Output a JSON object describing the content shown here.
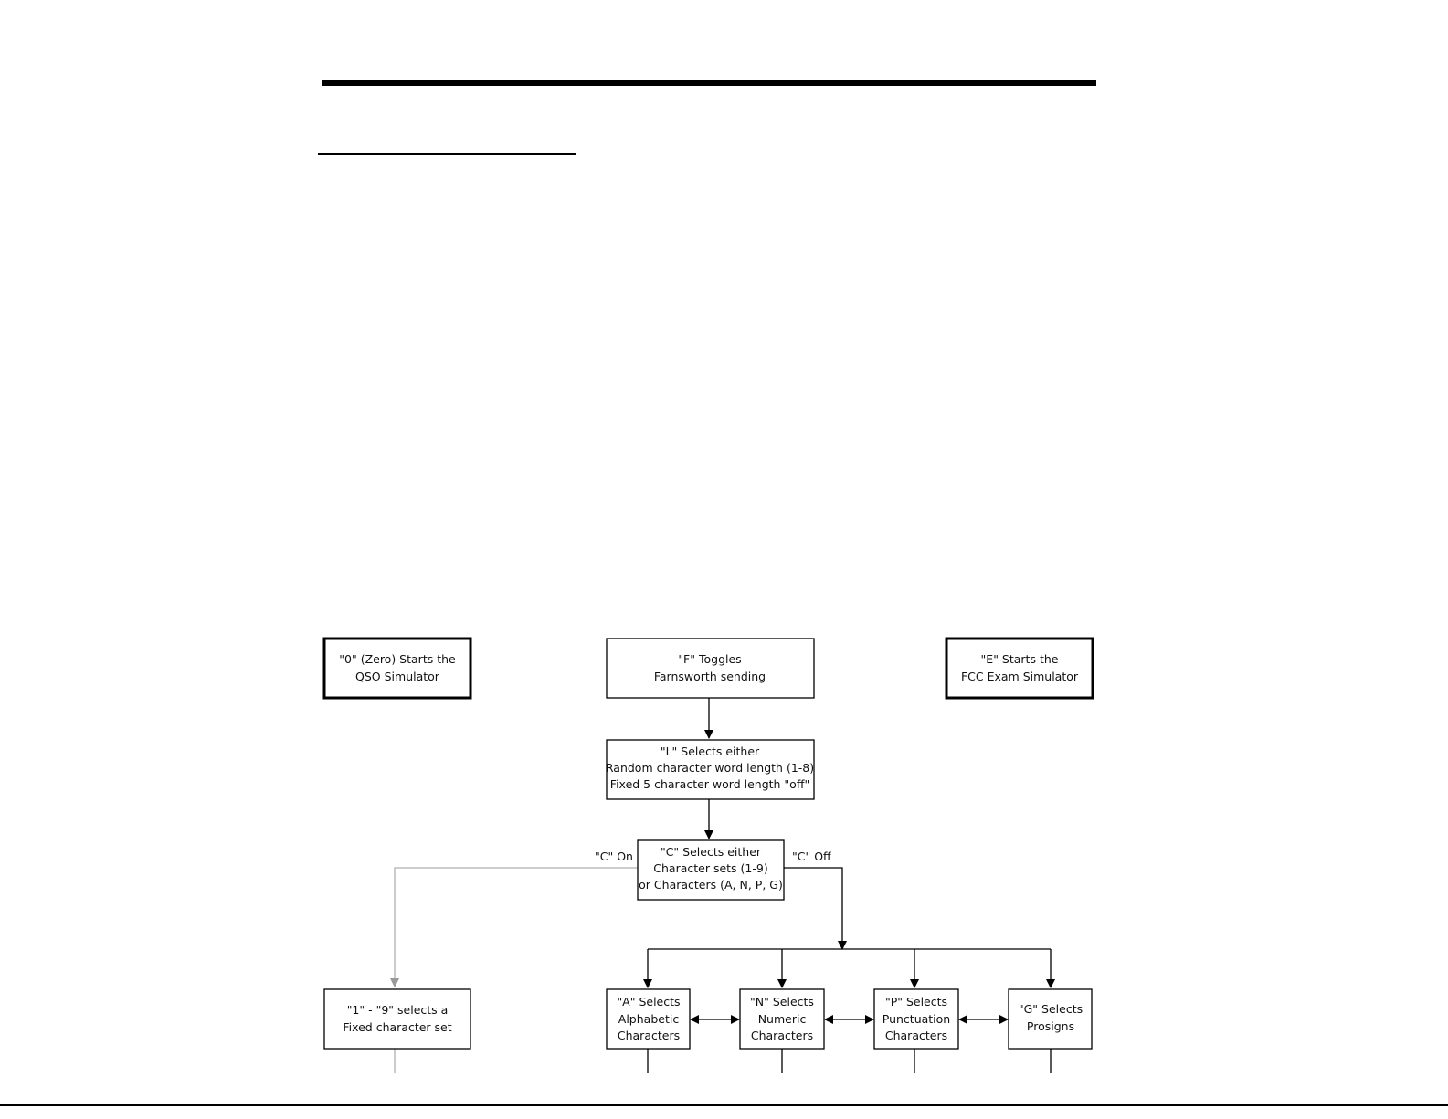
{
  "boxes": {
    "qso": [
      "\"0\" (Zero) Starts the",
      "QSO Simulator"
    ],
    "farnsworth": [
      "\"F\" Toggles",
      "Farnsworth sending"
    ],
    "fcc": [
      "\"E\" Starts the",
      "FCC Exam Simulator"
    ],
    "length": [
      "\"L\" Selects either",
      "Random character word length (1-8)",
      "Fixed 5 character word length \"off\""
    ],
    "charset": [
      "\"C\" Selects either",
      "Character sets (1-9)",
      "or Characters (A, N, P, G)"
    ],
    "fixed_set": [
      "\"1\" - \"9\" selects a",
      "Fixed character set"
    ],
    "alpha": [
      "\"A\" Selects",
      "Alphabetic",
      "Characters"
    ],
    "numeric": [
      "\"N\" Selects",
      "Numeric",
      "Characters"
    ],
    "punct": [
      "\"P\" Selects",
      "Punctuation",
      "Characters"
    ],
    "prosigns": [
      "\"G\" Selects",
      "Prosigns"
    ]
  },
  "labels": {
    "c_on": "\"C\" On",
    "c_off": "\"C\" Off"
  }
}
